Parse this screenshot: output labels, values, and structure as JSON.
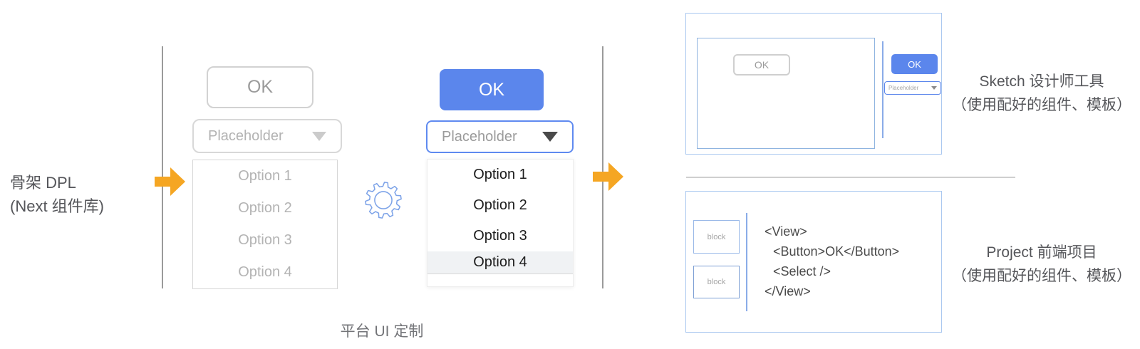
{
  "diagram": {
    "left": {
      "title": "骨架 DPL",
      "subtitle": "(Next 组件库)"
    },
    "center_caption": "平台 UI 定制"
  },
  "wireframe": {
    "ok_button": "OK",
    "select_placeholder": "Placeholder",
    "options": [
      "Option 1",
      "Option 2",
      "Option 3",
      "Option 4"
    ]
  },
  "styled": {
    "ok_button": "OK",
    "select_placeholder": "Placeholder",
    "options": [
      "Option 1",
      "Option 2",
      "Option 3",
      "Option 4"
    ],
    "highlighted_option": "Option 4"
  },
  "sketch_panel": {
    "caption_line1": "Sketch 设计师工具",
    "caption_line2": "（使用配好的组件、模板）",
    "canvas_ok_button": "OK",
    "palette_ok_button": "OK",
    "palette_select_placeholder": "Placeholder"
  },
  "project_panel": {
    "caption_line1": "Project 前端项目",
    "caption_line2": "（使用配好的组件、模板）",
    "blocks": [
      "block",
      "block"
    ],
    "code_lines": [
      "<View>",
      "<Button>OK</Button>",
      "<Select />",
      "</View>"
    ]
  },
  "colors": {
    "accent_blue": "#5B86EC",
    "arrow_orange": "#F5A623",
    "panel_border_blue": "#AAC8F0",
    "gear_blue": "#7DA3E8",
    "wireframe_gray": "#B3B3B3"
  }
}
